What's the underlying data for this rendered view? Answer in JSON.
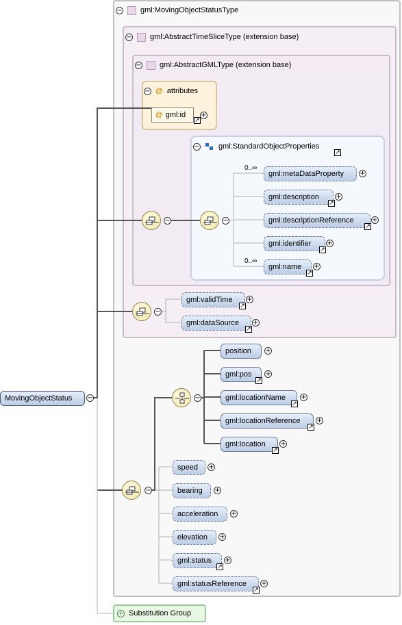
{
  "root": {
    "label": "MovingObjectStatus"
  },
  "types": {
    "moving": "gml:MovingObjectStatusType",
    "timeslice": "gml:AbstractTimeSliceType (extension base)",
    "gmltype": "gml:AbstractGMLType (extension base)"
  },
  "attributes": {
    "title": "attributes",
    "id": "gml:id"
  },
  "sop": {
    "title": "gml:StandardObjectProperties",
    "card1": "0..∞",
    "card2": "0..∞",
    "items": [
      "gml:metaDataProperty",
      "gml:description",
      "gml:descriptionReference",
      "gml:identifier",
      "gml:name"
    ]
  },
  "timeslice_items": [
    "gml:validTime",
    "gml:dataSource"
  ],
  "choice_items": [
    "position",
    "gml:pos",
    "gml:locationName",
    "gml:locationReference",
    "gml:location"
  ],
  "seq_items": [
    "speed",
    "bearing",
    "acceleration",
    "elevation",
    "gml:status",
    "gml:statusReference"
  ],
  "substitution": "Substitution Group",
  "colors": {
    "element_fill": "#c8d8ee",
    "compositor_fill": "#f5eec0",
    "type_box": "#f7f2f7",
    "attr_box": "#fdf5e4",
    "subst_box": "#e8f8e4"
  }
}
